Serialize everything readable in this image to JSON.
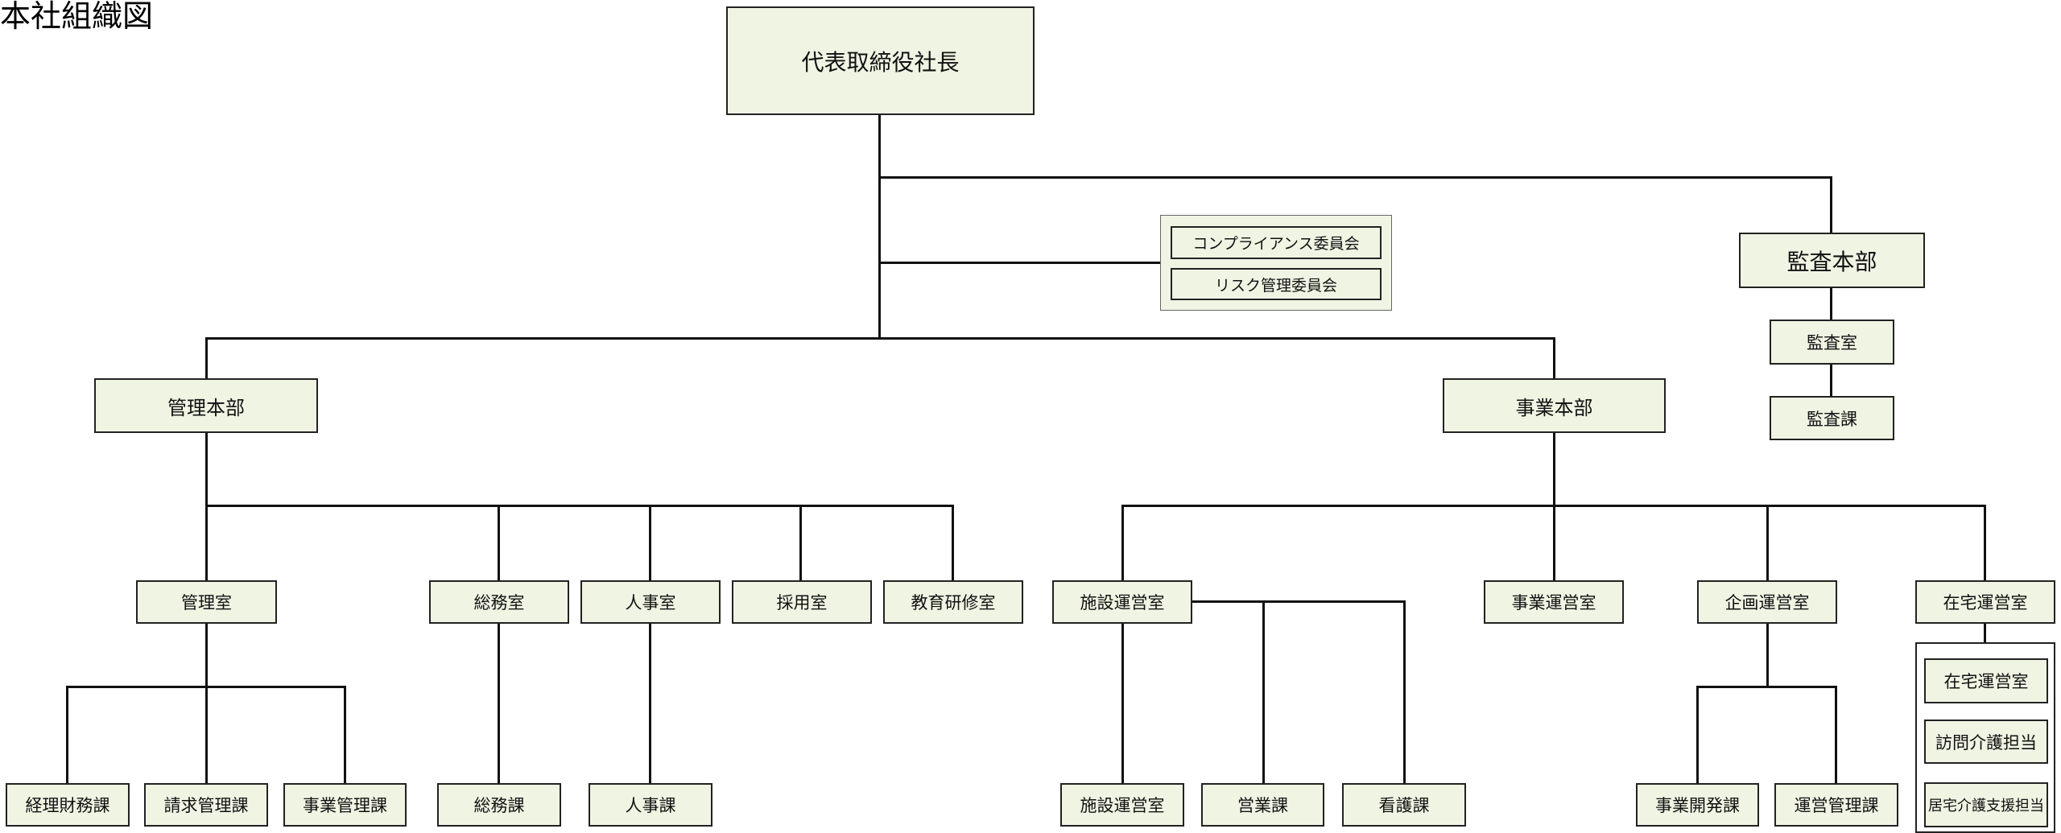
{
  "page_title": "本社組織図",
  "nodes": {
    "ceo": "代表取締役社長",
    "compliance": "コンプライアンス委員会",
    "risk": "リスク管理委員会",
    "audit_hq": "監査本部",
    "audit_room": "監査室",
    "audit_section": "監査課",
    "admin_hq": "管理本部",
    "business_hq": "事業本部",
    "admin_room": "管理室",
    "general_room": "総務室",
    "hr_room": "人事室",
    "recruit_room": "採用室",
    "training_room": "教育研修室",
    "facility_room": "施設運営室",
    "biz_ops_room": "事業運営室",
    "planning_room": "企画運営室",
    "home_room": "在宅運営室",
    "accounting": "経理財務課",
    "billing": "請求管理課",
    "biz_mgmt": "事業管理課",
    "general_section": "総務課",
    "hr_section": "人事課",
    "facility_ops": "施設運営室",
    "sales": "営業課",
    "nursing": "看護課",
    "biz_dev": "事業開発課",
    "ops_mgmt": "運営管理課",
    "home_ops": "在宅運営室",
    "visiting_care": "訪問介護担当",
    "care_support": "居宅介護支援担当"
  }
}
